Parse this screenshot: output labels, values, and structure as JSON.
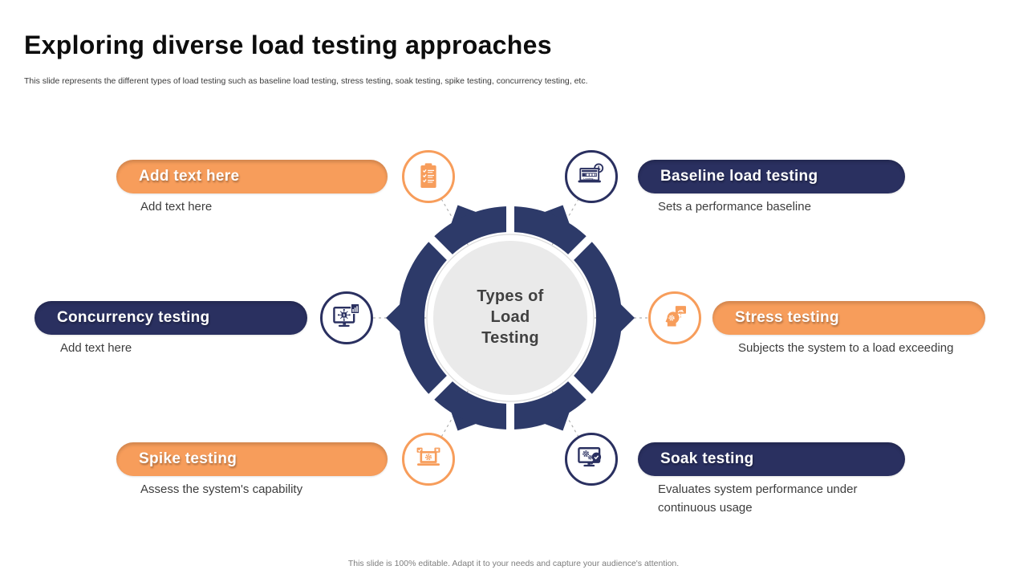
{
  "slide": {
    "title": "Exploring diverse load testing approaches",
    "subtitle": "This slide represents the different types of load testing such as baseline load testing, stress testing, soak testing, spike testing, concurrency testing, etc.",
    "footer_note": "This slide is 100% editable. Adapt it to your needs and capture your audience's attention."
  },
  "center": {
    "label": "Types of Load Testing",
    "lines": [
      "Types of",
      "Load",
      "Testing"
    ]
  },
  "items": [
    {
      "position": "top-left",
      "pill_label": "Add text here",
      "description": "Add text here",
      "color": "orange",
      "icon": "clipboard-checklist-icon"
    },
    {
      "position": "top-right",
      "pill_label": "Baseline load testing",
      "description": "Sets a performance baseline",
      "color": "navy",
      "icon": "laptop-loading-clock-icon"
    },
    {
      "position": "middle-left",
      "pill_label": "Concurrency testing",
      "description": "Add text here",
      "color": "navy",
      "icon": "monitor-network-dollar-icon"
    },
    {
      "position": "middle-right",
      "pill_label": "Stress testing",
      "description": "Subjects the system to a load exceeding",
      "color": "orange",
      "icon": "head-gear-gauge-icon"
    },
    {
      "position": "bottom-left",
      "pill_label": "Spike testing",
      "description": "Assess the system's capability",
      "color": "orange",
      "icon": "laptop-gear-check-cross-icon"
    },
    {
      "position": "bottom-right",
      "pill_label": "Soak testing",
      "description": "Evaluates system performance under continuous usage",
      "color": "navy",
      "icon": "monitor-gears-magnifier-check-icon"
    }
  ],
  "colors": {
    "orange": "#F79D5B",
    "navy": "#2A3060",
    "ring_navy": "#2D3A69",
    "inner_circle_gray": "#EAEAEA",
    "body_text": "#3D3D3D",
    "footer_text": "#7D7D7D"
  }
}
